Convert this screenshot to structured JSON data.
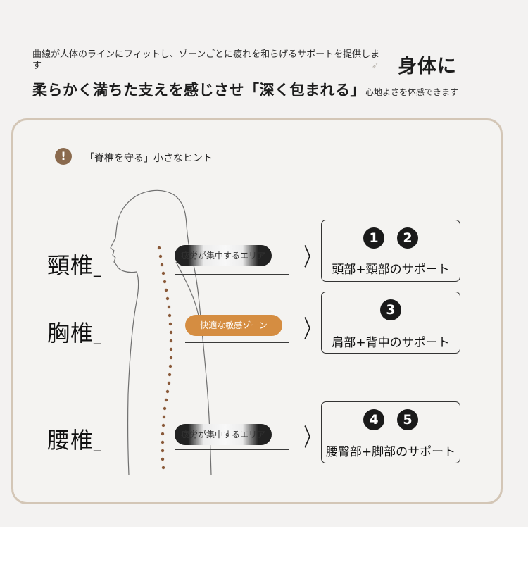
{
  "header": {
    "line1": "曲線が人体のラインにフィットし、ゾーンごとに疲れを和らげるサポートを提供します",
    "title": "身体に",
    "line2_big": "柔らかく満ちた支えを感じさせ「深く包まれる」",
    "line2_small": "心地よさを体感できます"
  },
  "hint": {
    "icon": "!",
    "text": "「脊椎を守る」小さなヒント"
  },
  "sections": [
    {
      "label": "頸椎",
      "underscore": "_",
      "pill_text": "疲労が集中するエリア",
      "pill_style": "fatigue",
      "numbers": [
        "1",
        "2"
      ],
      "support": "頭部+頸部のサポート"
    },
    {
      "label": "胸椎",
      "underscore": "_",
      "pill_text": "快適な敏感ゾーン",
      "pill_style": "comfort",
      "numbers": [
        "3"
      ],
      "support": "肩部+背中のサポート"
    },
    {
      "label": "腰椎",
      "underscore": "_",
      "pill_text": "疲労が集中するエリア",
      "pill_style": "fatigue",
      "numbers": [
        "4",
        "5"
      ],
      "support": "腰臀部+脚部のサポート"
    }
  ],
  "colors": {
    "accent": "#d58d41",
    "hint_icon": "#8a6a4e",
    "spine_dots": "#8a5a3a",
    "card_border": "#d3c6b6"
  }
}
